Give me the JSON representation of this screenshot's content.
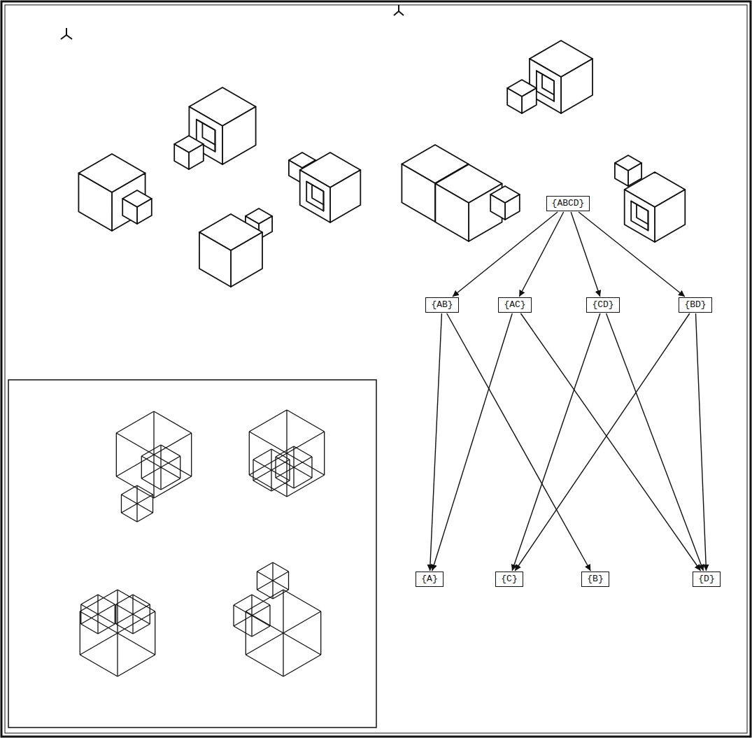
{
  "diagram": {
    "nodes": [
      {
        "text": [
          "{ABCD}"
        ]
      },
      {
        "text": [
          "{AB}"
        ]
      },
      {
        "text": [
          "{AC}"
        ]
      },
      {
        "text": [
          "{CD}"
        ]
      },
      {
        "text": [
          "{BD}"
        ]
      },
      {
        "text": [
          "{A}"
        ]
      },
      {
        "text": [
          "{C}"
        ]
      },
      {
        "text": [
          "{B}"
        ]
      },
      {
        "text": [
          "{D}"
        ]
      }
    ],
    "edges": [
      {
        "from": 0,
        "to": 1,
        "arrow": "to"
      },
      {
        "from": 0,
        "to": 2,
        "arrow": "to"
      },
      {
        "from": 0,
        "to": 3,
        "arrow": "to"
      },
      {
        "from": 0,
        "to": 4,
        "arrow": "to"
      },
      {
        "from": 1,
        "to": 5,
        "arrow": "to"
      },
      {
        "from": 1,
        "to": 7,
        "arrow": "to"
      },
      {
        "from": 2,
        "to": 5,
        "arrow": "to"
      },
      {
        "from": 2,
        "to": 8,
        "arrow": "to"
      },
      {
        "from": 3,
        "to": 6,
        "arrow": "to"
      },
      {
        "from": 3,
        "to": 8,
        "arrow": "to"
      },
      {
        "from": 4,
        "to": 6,
        "arrow": "to"
      },
      {
        "from": 4,
        "to": 8,
        "arrow": "to"
      }
    ]
  }
}
